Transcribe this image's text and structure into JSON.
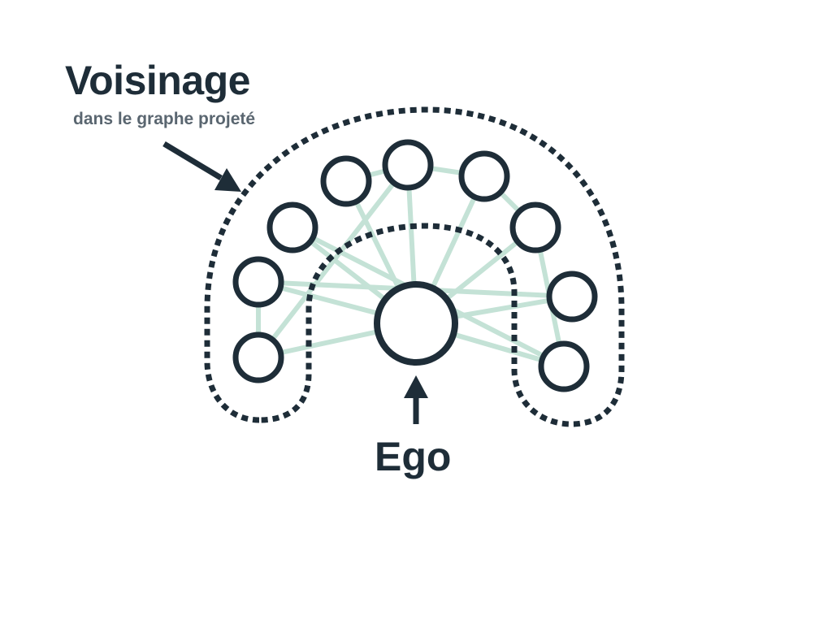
{
  "labels": {
    "title": "Voisinage",
    "subtitle": "dans le graphe projeté",
    "ego": "Ego"
  },
  "colors": {
    "ink": "#1e2d38",
    "subtitle": "#5a6670",
    "edge": "#c4e2d6",
    "background": "#ffffff"
  },
  "nodes": [
    {
      "id": "ego"
    },
    {
      "id": "n1"
    },
    {
      "id": "n2"
    },
    {
      "id": "n3"
    },
    {
      "id": "n4"
    },
    {
      "id": "n5"
    },
    {
      "id": "n6"
    },
    {
      "id": "n7"
    },
    {
      "id": "n8"
    },
    {
      "id": "n9"
    },
    {
      "id": "n10"
    }
  ],
  "edges": [
    [
      "ego",
      "n1"
    ],
    [
      "ego",
      "n2"
    ],
    [
      "ego",
      "n3"
    ],
    [
      "ego",
      "n4"
    ],
    [
      "ego",
      "n5"
    ],
    [
      "ego",
      "n6"
    ],
    [
      "ego",
      "n7"
    ],
    [
      "ego",
      "n8"
    ],
    [
      "ego",
      "n9"
    ],
    [
      "ego",
      "n10"
    ],
    [
      "n1",
      "n2"
    ],
    [
      "n1",
      "n5"
    ],
    [
      "n2",
      "n8"
    ],
    [
      "n3",
      "n9"
    ],
    [
      "n4",
      "n5"
    ],
    [
      "n5",
      "n6"
    ],
    [
      "n6",
      "n7"
    ],
    [
      "n7",
      "n9"
    ]
  ]
}
